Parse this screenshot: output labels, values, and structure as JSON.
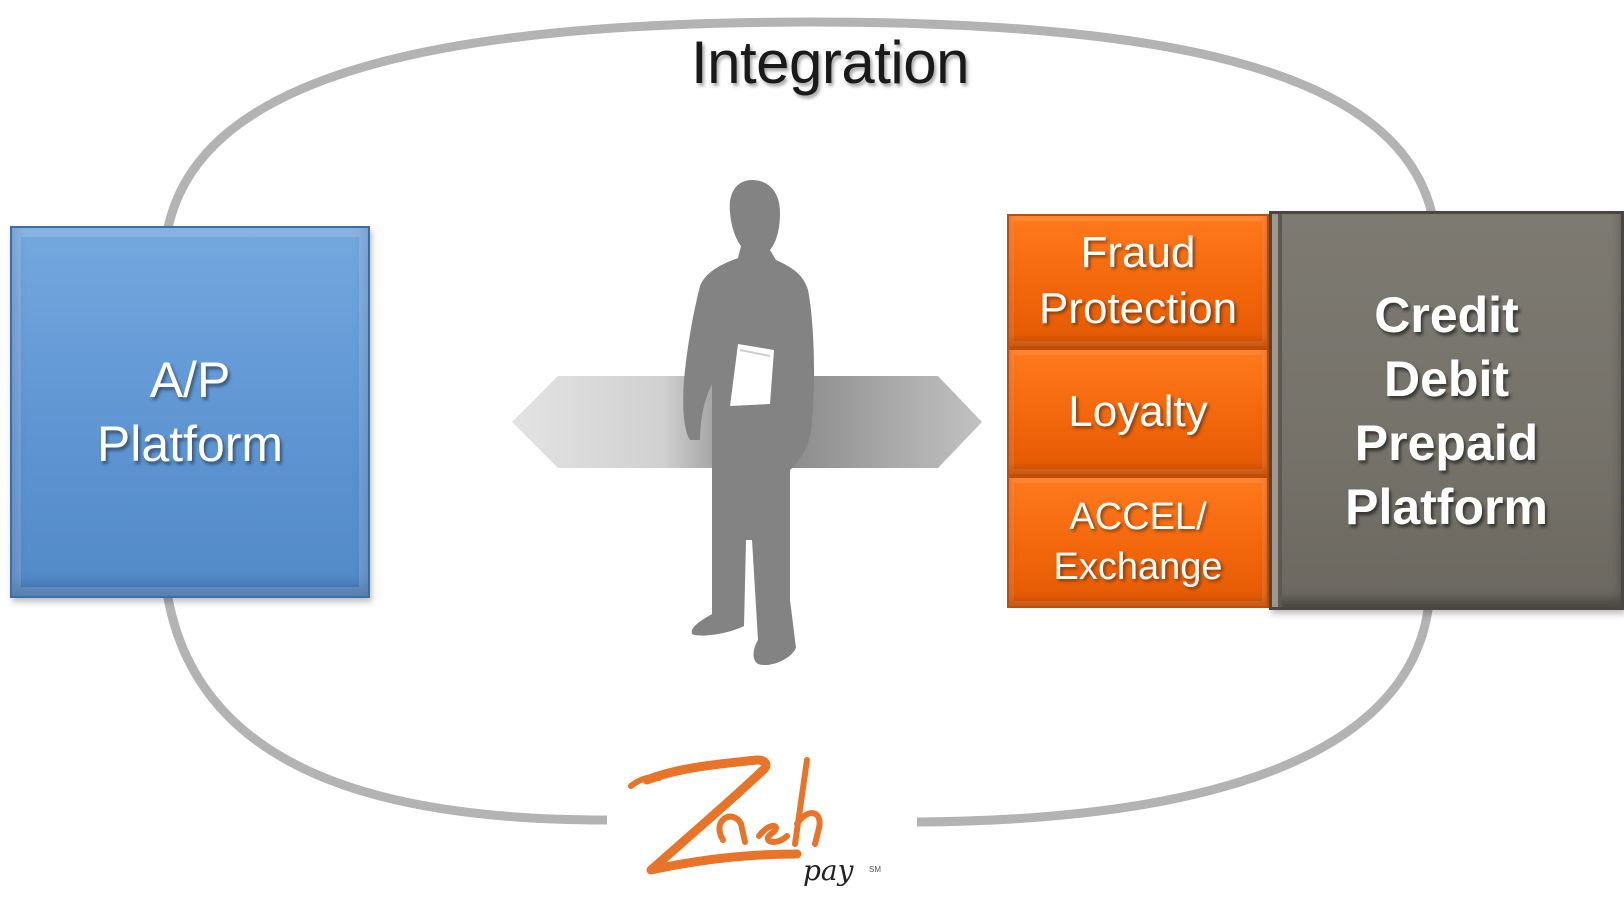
{
  "diagram": {
    "title": "Integration",
    "left_box": {
      "lines": [
        "A/P",
        "Platform"
      ],
      "color": "#5e95d2"
    },
    "middle_boxes": [
      {
        "lines": [
          "Fraud",
          "Protection"
        ],
        "color": "#f1650a"
      },
      {
        "lines": [
          "Loyalty"
        ],
        "color": "#f1650a"
      },
      {
        "lines": [
          "ACCEL/",
          "Exchange"
        ],
        "color": "#f1650a"
      }
    ],
    "right_box": {
      "lines": [
        "Credit",
        "Debit",
        "Prepaid",
        "Platform"
      ],
      "color": "#75726a"
    },
    "center_figure": {
      "icon": "businessman-silhouette-icon",
      "arrow": "double-headed-arrow-icon"
    },
    "logo": {
      "text": "Zash",
      "subtext": "pay",
      "mark": "SM",
      "color": "#e8742a"
    },
    "loop_color": "#b3b3b3"
  }
}
